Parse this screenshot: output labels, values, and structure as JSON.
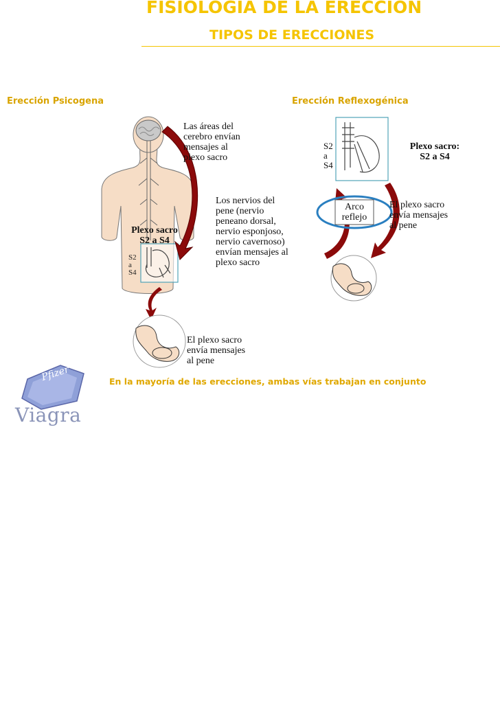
{
  "header": {
    "title": "FISIOLOGIA DE LA ERECCION",
    "subtitle": "TIPOS DE ERECCIONES"
  },
  "left": {
    "heading": "Erección Psicogena",
    "brain_note": [
      "Las áreas del",
      "cerebro envían",
      "mensajes al",
      "plexo sacro"
    ],
    "nerves_note": [
      "Los nervios del",
      "pene (nervio",
      "peneano dorsal,",
      "nervio esponjoso,",
      "nervio cavernoso)",
      "envían mensajes al",
      "plexo sacro"
    ],
    "plexus_label": [
      "Plexo sacro",
      "S2 a S4"
    ],
    "spine_labels": [
      "S2",
      "a",
      "S4"
    ],
    "penis_note": [
      "El plexo sacro",
      "envía mensajes",
      "al pene"
    ]
  },
  "right": {
    "heading": "Erección Reflexogénica",
    "spine_labels": [
      "S2",
      "a",
      "S4"
    ],
    "plexus_label": [
      "Plexo sacro:",
      "S2 a S4"
    ],
    "arc_label": [
      "Arco",
      "reflejo"
    ],
    "penis_note": [
      "El plexo sacro",
      "envía mensajes",
      "al pene"
    ]
  },
  "footer": {
    "text": "En la mayoría de las erecciones, ambas vías trabajan en conjunto"
  },
  "logo": {
    "brand": "Viagra",
    "maker": "Pfizer"
  },
  "colors": {
    "title": "#f5c400",
    "heading": "#d9a400",
    "arrow": "#8b0a0a",
    "box_border": "#4fa3b8",
    "arc_ellipse": "#2a7fc0",
    "body_fill": "#f6ddc6"
  }
}
